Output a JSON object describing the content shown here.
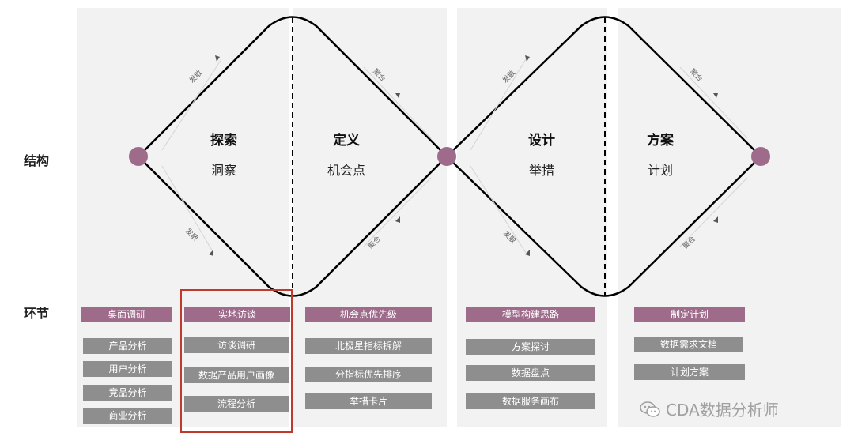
{
  "rows": {
    "structure": "结构",
    "stages": "环节"
  },
  "phases": [
    {
      "title": "探索",
      "subtitle": "洞察"
    },
    {
      "title": "定义",
      "subtitle": "机会点"
    },
    {
      "title": "设计",
      "subtitle": "举措"
    },
    {
      "title": "方案",
      "subtitle": "计划"
    }
  ],
  "diag_labels": {
    "d1_top": "发散",
    "d1_bottom": "发散",
    "d2_top": "聚合",
    "d2_bottom": "聚合",
    "d3_top": "发散",
    "d3_bottom": "发散",
    "d4_top": "聚合",
    "d4_bottom": "聚合"
  },
  "columns": [
    {
      "header": "桌面调研",
      "items": [
        "产品分析",
        "用户分析",
        "竞品分析",
        "商业分析"
      ]
    },
    {
      "header": "实地访谈",
      "items": [
        "访谈调研",
        "数据产品用户画像",
        "流程分析"
      ]
    },
    {
      "header": "机会点优先级",
      "items": [
        "北极星指标拆解",
        "分指标优先排序",
        "举措卡片"
      ]
    },
    {
      "header": "模型构建思路",
      "items": [
        "方案探讨",
        "数据盘点",
        "数据服务画布"
      ]
    },
    {
      "header": "制定计划",
      "items": [
        "数据需求文档",
        "计划方案"
      ]
    }
  ],
  "watermark": "CDA数据分析师",
  "colors": {
    "accent": "#9e6b8b",
    "gray_tag": "#8e8e8e",
    "highlight": "#c0392b",
    "panel": "#f2f2f2"
  }
}
